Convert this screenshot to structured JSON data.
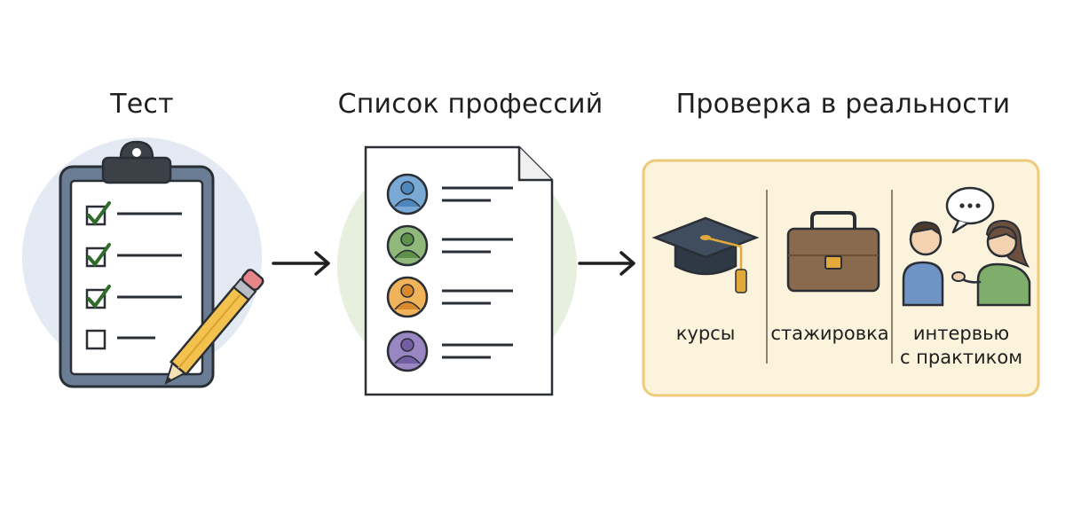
{
  "steps": [
    {
      "title": "Тест",
      "icon": "clipboard-checklist-icon"
    },
    {
      "title": "Список профессий",
      "icon": "profession-list-document-icon"
    },
    {
      "title": "Проверка в реальности",
      "icon": "reality-check-panel"
    }
  ],
  "reality_check": {
    "items": [
      {
        "label": "курсы",
        "icon": "graduation-cap-icon"
      },
      {
        "label": "стажировка",
        "icon": "briefcase-icon"
      },
      {
        "label": "интервью\nс практиком",
        "icon": "conversation-people-icon"
      }
    ]
  },
  "colors": {
    "checkmark": "#2f6b2a",
    "clipboard_frame": "#5d6f86",
    "pencil": "#f2c14e",
    "panel_bg": "#fbf3dc",
    "panel_border": "#eecb7a",
    "avatar_blue": "#7aa9d6",
    "avatar_green": "#8fb87a",
    "avatar_orange": "#f0b35a",
    "avatar_purple": "#9a86c2",
    "cap": "#3f4d5e",
    "briefcase": "#8a6a4c"
  }
}
